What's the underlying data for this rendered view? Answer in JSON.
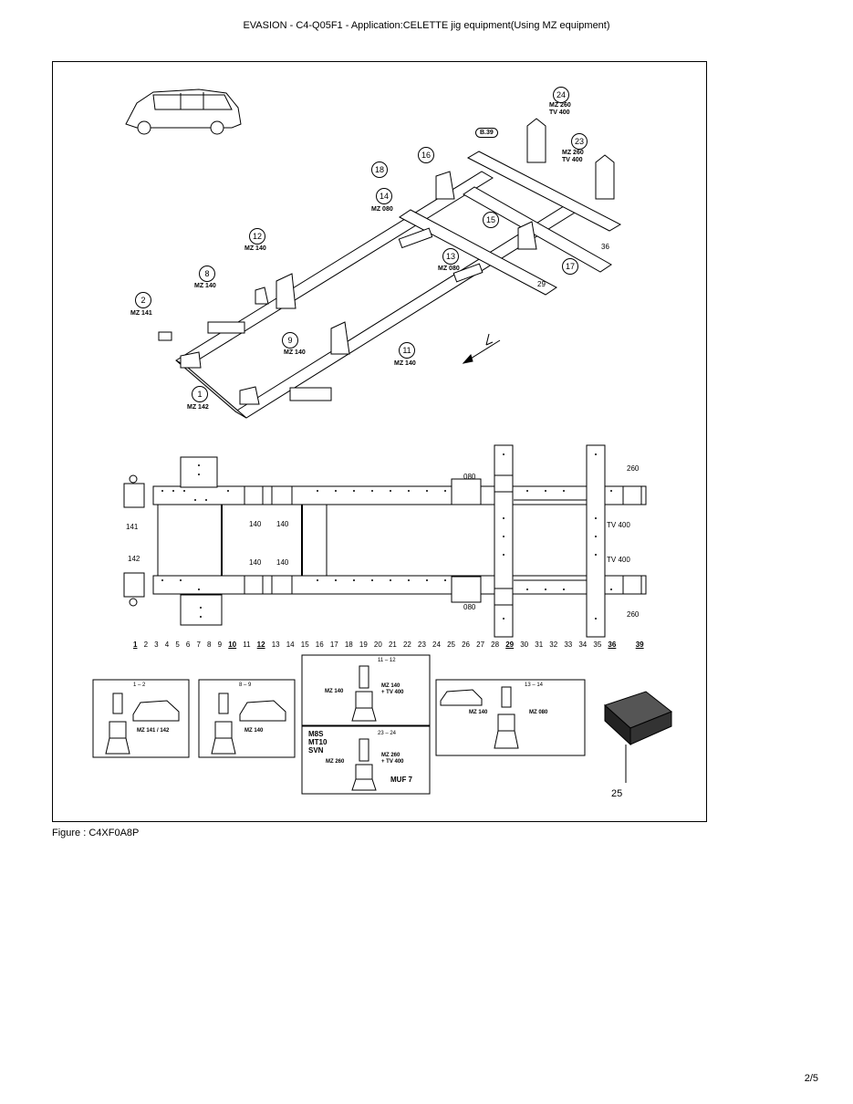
{
  "header": {
    "title": "EVASION - C4-Q05F1 - Application:CELETTE jig equipment(Using MZ equipment)"
  },
  "figure": {
    "caption": "Figure : C4XF0A8P",
    "top_callouts": [
      {
        "n": "24",
        "code": "MZ 260\nTV 400"
      },
      {
        "n": "23",
        "code": "MZ 260\nTV 400"
      },
      {
        "n": "16",
        "code": ""
      },
      {
        "n": "18",
        "code": ""
      },
      {
        "n": "14",
        "code": "MZ 080"
      },
      {
        "n": "15",
        "code": ""
      },
      {
        "n": "13",
        "code": "MZ 080"
      },
      {
        "n": "17",
        "code": ""
      },
      {
        "n": "12",
        "code": "MZ 140"
      },
      {
        "n": "8",
        "code": "MZ 140"
      },
      {
        "n": "2",
        "code": "MZ 141"
      },
      {
        "n": "9",
        "code": "MZ 140"
      },
      {
        "n": "11",
        "code": "MZ 140"
      },
      {
        "n": "1",
        "code": "MZ 142"
      }
    ],
    "b39": "B.39",
    "iso_marks": {
      "m36": "36",
      "m29": "29"
    },
    "plan_labels": {
      "l080a": "080",
      "l260a": "260",
      "l141": "141",
      "l140a": "140",
      "l140b": "140",
      "ltv400a": "TV 400",
      "l142": "142",
      "l140c": "140",
      "l140d": "140",
      "ltv400b": "TV 400",
      "l080b": "080",
      "l260b": "260"
    },
    "scale": [
      "1",
      "2",
      "3",
      "4",
      "5",
      "6",
      "7",
      "8",
      "9",
      "10",
      "11",
      "12",
      "13",
      "14",
      "15",
      "16",
      "17",
      "18",
      "19",
      "20",
      "21",
      "22",
      "23",
      "24",
      "25",
      "26",
      "27",
      "28",
      "29",
      "30",
      "31",
      "32",
      "33",
      "34",
      "35",
      "36",
      "",
      "",
      "39"
    ],
    "panels": {
      "p1": {
        "range": "1 – 2",
        "code": "MZ 141 / 142"
      },
      "p2": {
        "range": "8 – 9",
        "code": "MZ 140"
      },
      "p3": {
        "range": "11 – 12",
        "left": "MZ 140",
        "right": "MZ 140\n+ TV 400"
      },
      "p4": {
        "range": "23 – 24",
        "left": "MZ 260",
        "right": "MZ 260\n+ TV 400",
        "types": "M8S\nMT10\nSVN",
        "muf": "MUF 7"
      },
      "p5": {
        "range": "13 – 14",
        "left": "MZ 140",
        "right": "MZ 080"
      },
      "case": "25"
    }
  },
  "page": {
    "number": "2/5"
  }
}
